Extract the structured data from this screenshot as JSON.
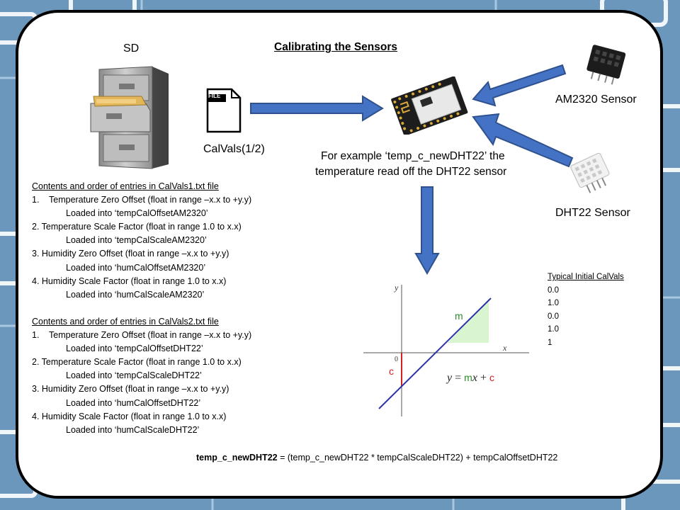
{
  "title": "Calibrating  the Sensors",
  "sd_label": "SD",
  "file_icon_text": "FILE",
  "file_label": "CalVals(1/2)",
  "am2320_label": "AM2320 Sensor",
  "dht22_label": "DHT22 Sensor",
  "example_lines": [
    "For example ‘temp_c_newDHT22’ the",
    "temperature read off the DHT22 sensor"
  ],
  "calvals1": {
    "heading": "Contents and order of entries in CalVals1.txt file",
    "lines": [
      {
        "num": "1.",
        "text": "Temperature Zero Offset (float in range –x.x to +y.y)"
      },
      {
        "text": "Loaded into ‘tempCalOffsetAM2320’"
      },
      {
        "text": "2. Temperature Scale Factor (float in range 1.0 to x.x)"
      },
      {
        "text": "Loaded into ‘tempCalScaleAM2320’"
      },
      {
        "text": "3. Humidity Zero Offset (float in range –x.x to +y.y)"
      },
      {
        "text": "Loaded into ‘humCalOffsetAM2320’"
      },
      {
        "text": "4. Humidity Scale Factor (float in range 1.0 to x.x)"
      },
      {
        "text": "Loaded into ‘humCalScaleAM2320’"
      }
    ]
  },
  "calvals2": {
    "heading": "Contents and order of entries in CalVals2.txt file",
    "lines": [
      {
        "num": "1.",
        "text": "Temperature Zero Offset (float in range –x.x to +y.y)"
      },
      {
        "text": "Loaded into ‘tempCalOffsetDHT22’"
      },
      {
        "text": "2. Temperature Scale Factor (float in range 1.0 to x.x)"
      },
      {
        "text": "Loaded into ‘tempCalScaleDHT22’"
      },
      {
        "text": "3. Humidity Zero Offset (float in range –x.x to +y.y)"
      },
      {
        "text": "Loaded into ‘humCalOffsetDHT22’"
      },
      {
        "text": "4. Humidity Scale Factor (float in range 1.0 to x.x)"
      },
      {
        "text": "Loaded into ‘humCalScaleDHT22’"
      }
    ]
  },
  "typical": {
    "heading": "Typical Initial CalVals",
    "values": [
      "0.0",
      "1.0",
      "0.0",
      "1.0",
      "1"
    ]
  },
  "graph": {
    "y_label": "y",
    "x_label": "x",
    "origin_label": "0",
    "slope_label": "m",
    "intercept_label": "c",
    "eq_y": "y",
    "eq_eq": " = ",
    "eq_m": "m",
    "eq_x": "x",
    "eq_plus": " + ",
    "eq_c": "c"
  },
  "formula": {
    "bold": "temp_c_newDHT22",
    "rest": " = (temp_c_newDHT22  * tempCalScaleDHT22) + tempCalOffsetDHT22"
  },
  "colors": {
    "arrow_fill": "#4472c4",
    "arrow_stroke": "#2f528f",
    "graph_line": "#2b35a8",
    "slope_fill": "#d9f5d0",
    "green_text": "#2d8a2d",
    "red": "#d42020"
  }
}
